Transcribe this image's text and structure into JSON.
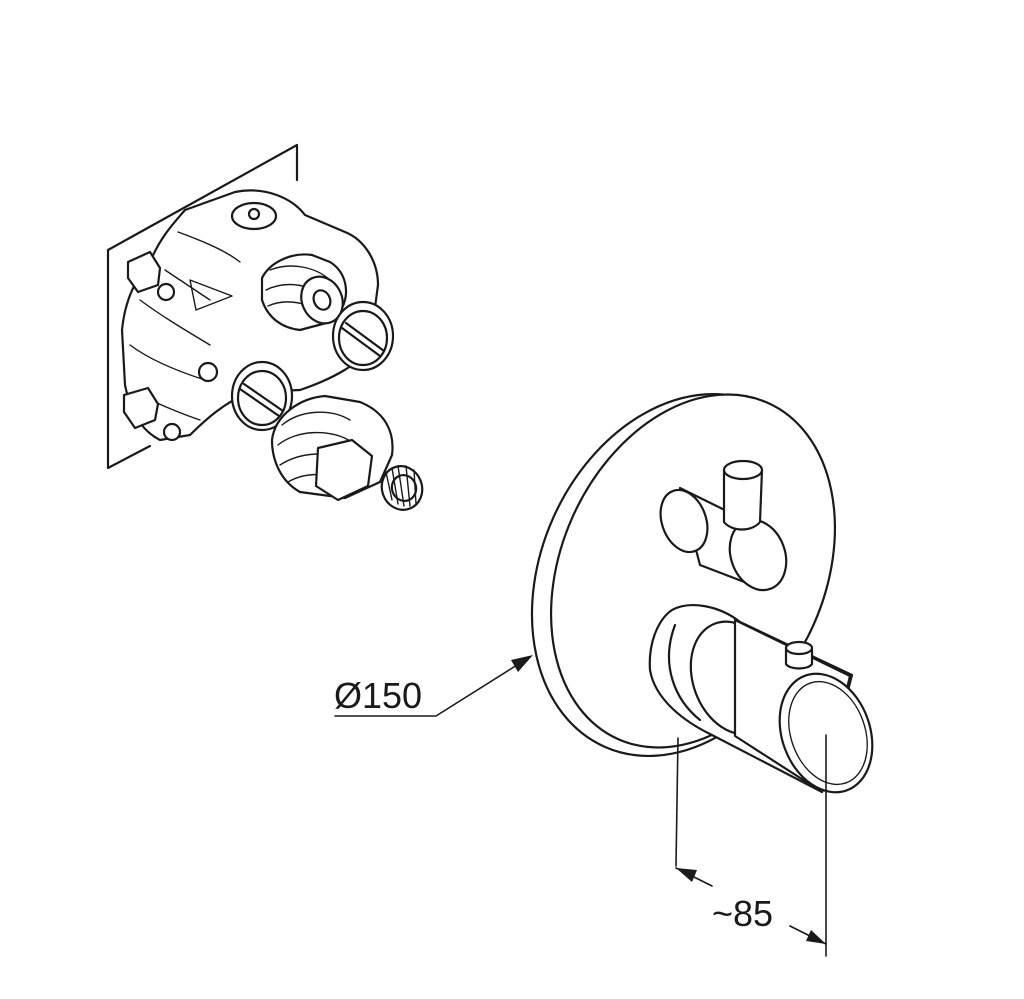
{
  "diagram": {
    "dimensions": [
      {
        "id": "cover-diameter",
        "text": "Ø150"
      },
      {
        "id": "handle-projection",
        "text": "~85"
      }
    ]
  }
}
